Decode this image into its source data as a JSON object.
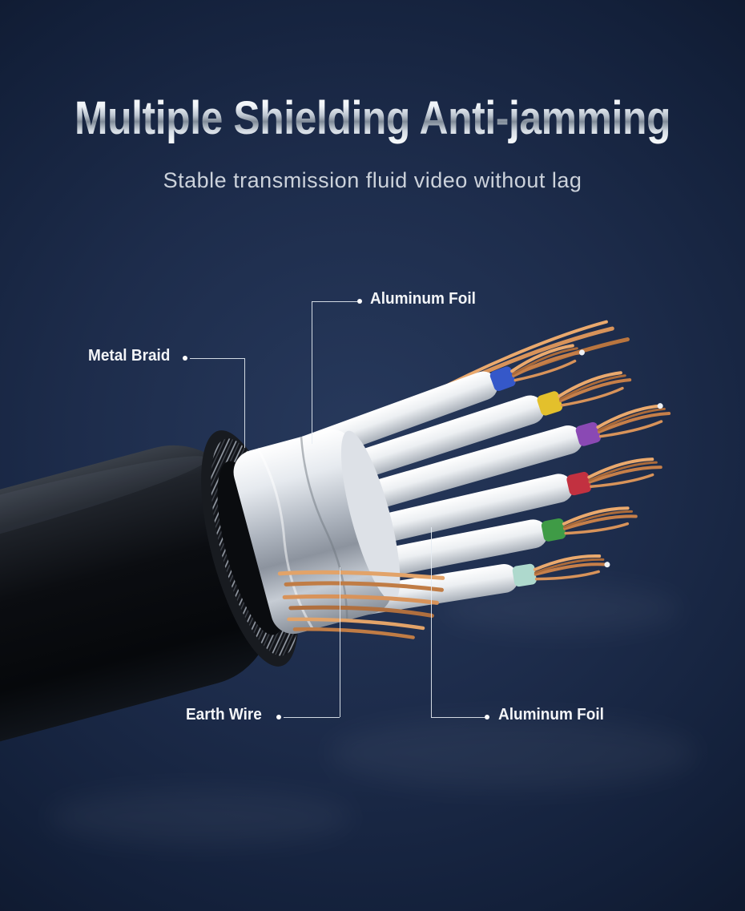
{
  "page": {
    "title": "Multiple Shielding Anti-jamming",
    "subtitle": "Stable transmission fluid video without lag"
  },
  "callouts": {
    "aluminum_foil_top": {
      "label": "Aluminum Foil"
    },
    "metal_braid": {
      "label": "Metal Braid"
    },
    "earth_wire": {
      "label": "Earth Wire"
    },
    "aluminum_foil_bottom": {
      "label": "Aluminum Foil"
    }
  },
  "illustration": {
    "subject": "cable-cross-section",
    "wire_colors": [
      "#3558c9",
      "#e3c02c",
      "#8a49b4",
      "#c23140",
      "#3f9b46",
      "#aed9cd"
    ],
    "copper_color": "#cf8a52",
    "foil_color": "#d9dde3",
    "jacket_color": "#0c0f14"
  },
  "colors": {
    "background_center": "#27395c",
    "background_edge": "#0a1223",
    "title_text": "#e3e9f1",
    "subtitle_text": "#ccd2db",
    "label_text": "#f3f5f8",
    "leader_line": "#dfe5ec"
  }
}
